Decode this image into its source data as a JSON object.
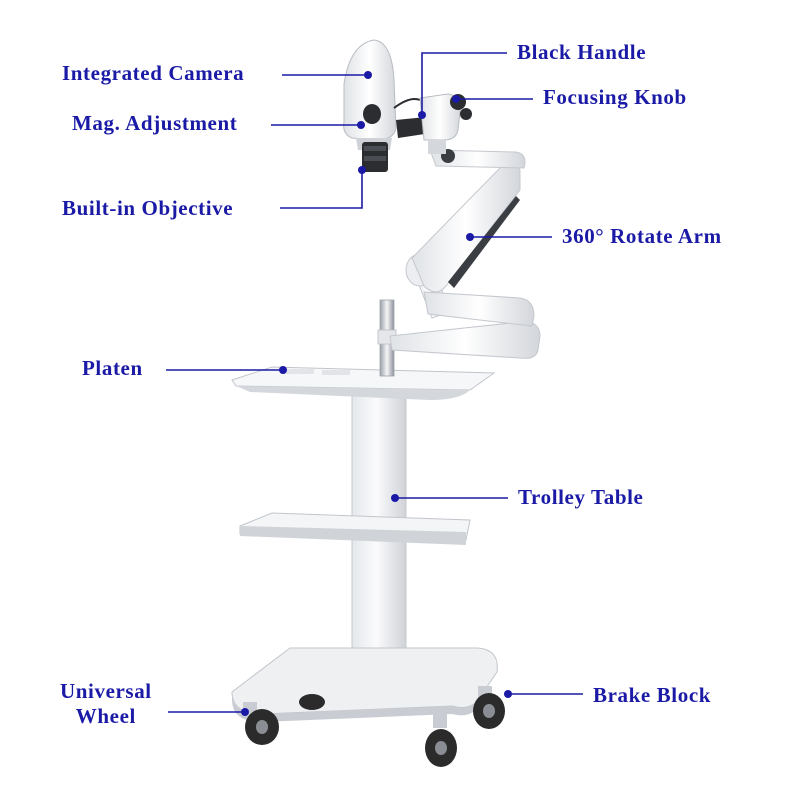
{
  "colors": {
    "label_text": "#1a1aa6",
    "leader_line": "#1a1aa6",
    "equipment_body": "#f2f3f5",
    "equipment_shadow": "#c9ccd2",
    "wheel": "#2b2b2b"
  },
  "labels": {
    "integrated_camera": "Integrated Camera",
    "mag_adjustment": "Mag. Adjustment",
    "built_in_objective": "Built-in Objective",
    "platen": "Platen",
    "universal_wheel_line1": "Universal",
    "universal_wheel_line2": "Wheel",
    "black_handle": "Black Handle",
    "focusing_knob": "Focusing Knob",
    "rotate_arm": "360° Rotate Arm",
    "trolley_table": "Trolley Table",
    "brake_block": "Brake Block"
  }
}
